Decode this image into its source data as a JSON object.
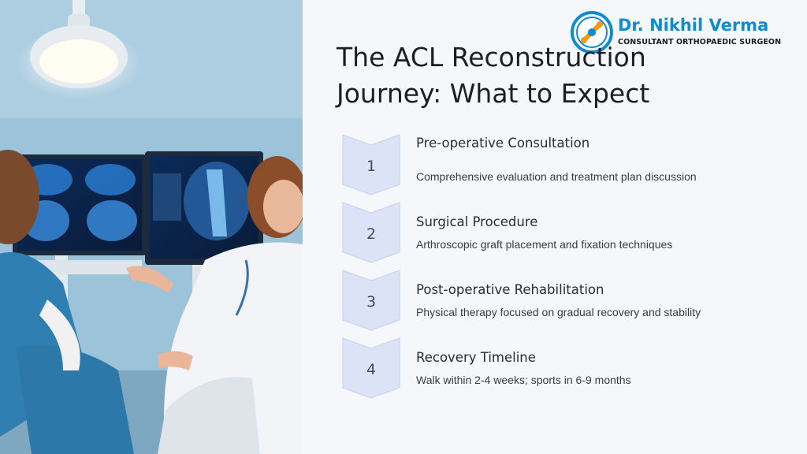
{
  "brand": {
    "name": "Dr. Nikhil Verma",
    "subtitle": "CONSULTANT ORTHOPAEDIC SURGEON",
    "logo_icon": "bone-joint-logo-icon",
    "accent_color": "#0f8ccf"
  },
  "title": {
    "line1": "The ACL Reconstruction",
    "line2": "Journey: What to Expect"
  },
  "steps": [
    {
      "number": "1",
      "title": "Pre-operative Consultation",
      "description": "Comprehensive evaluation and treatment plan discussion"
    },
    {
      "number": "2",
      "title": "Surgical Procedure",
      "description": "Arthroscopic graft placement and fixation techniques"
    },
    {
      "number": "3",
      "title": "Post-operative Rehabilitation",
      "description": "Physical therapy focused on gradual recovery and stability"
    },
    {
      "number": "4",
      "title": "Recovery Timeline",
      "description": "Walk within 2-4 weeks; sports in 6-9 months"
    }
  ],
  "colors": {
    "chevron_fill": "#dde3f7",
    "chevron_stroke": "#c7cfee",
    "background": "#f6f7fb"
  }
}
